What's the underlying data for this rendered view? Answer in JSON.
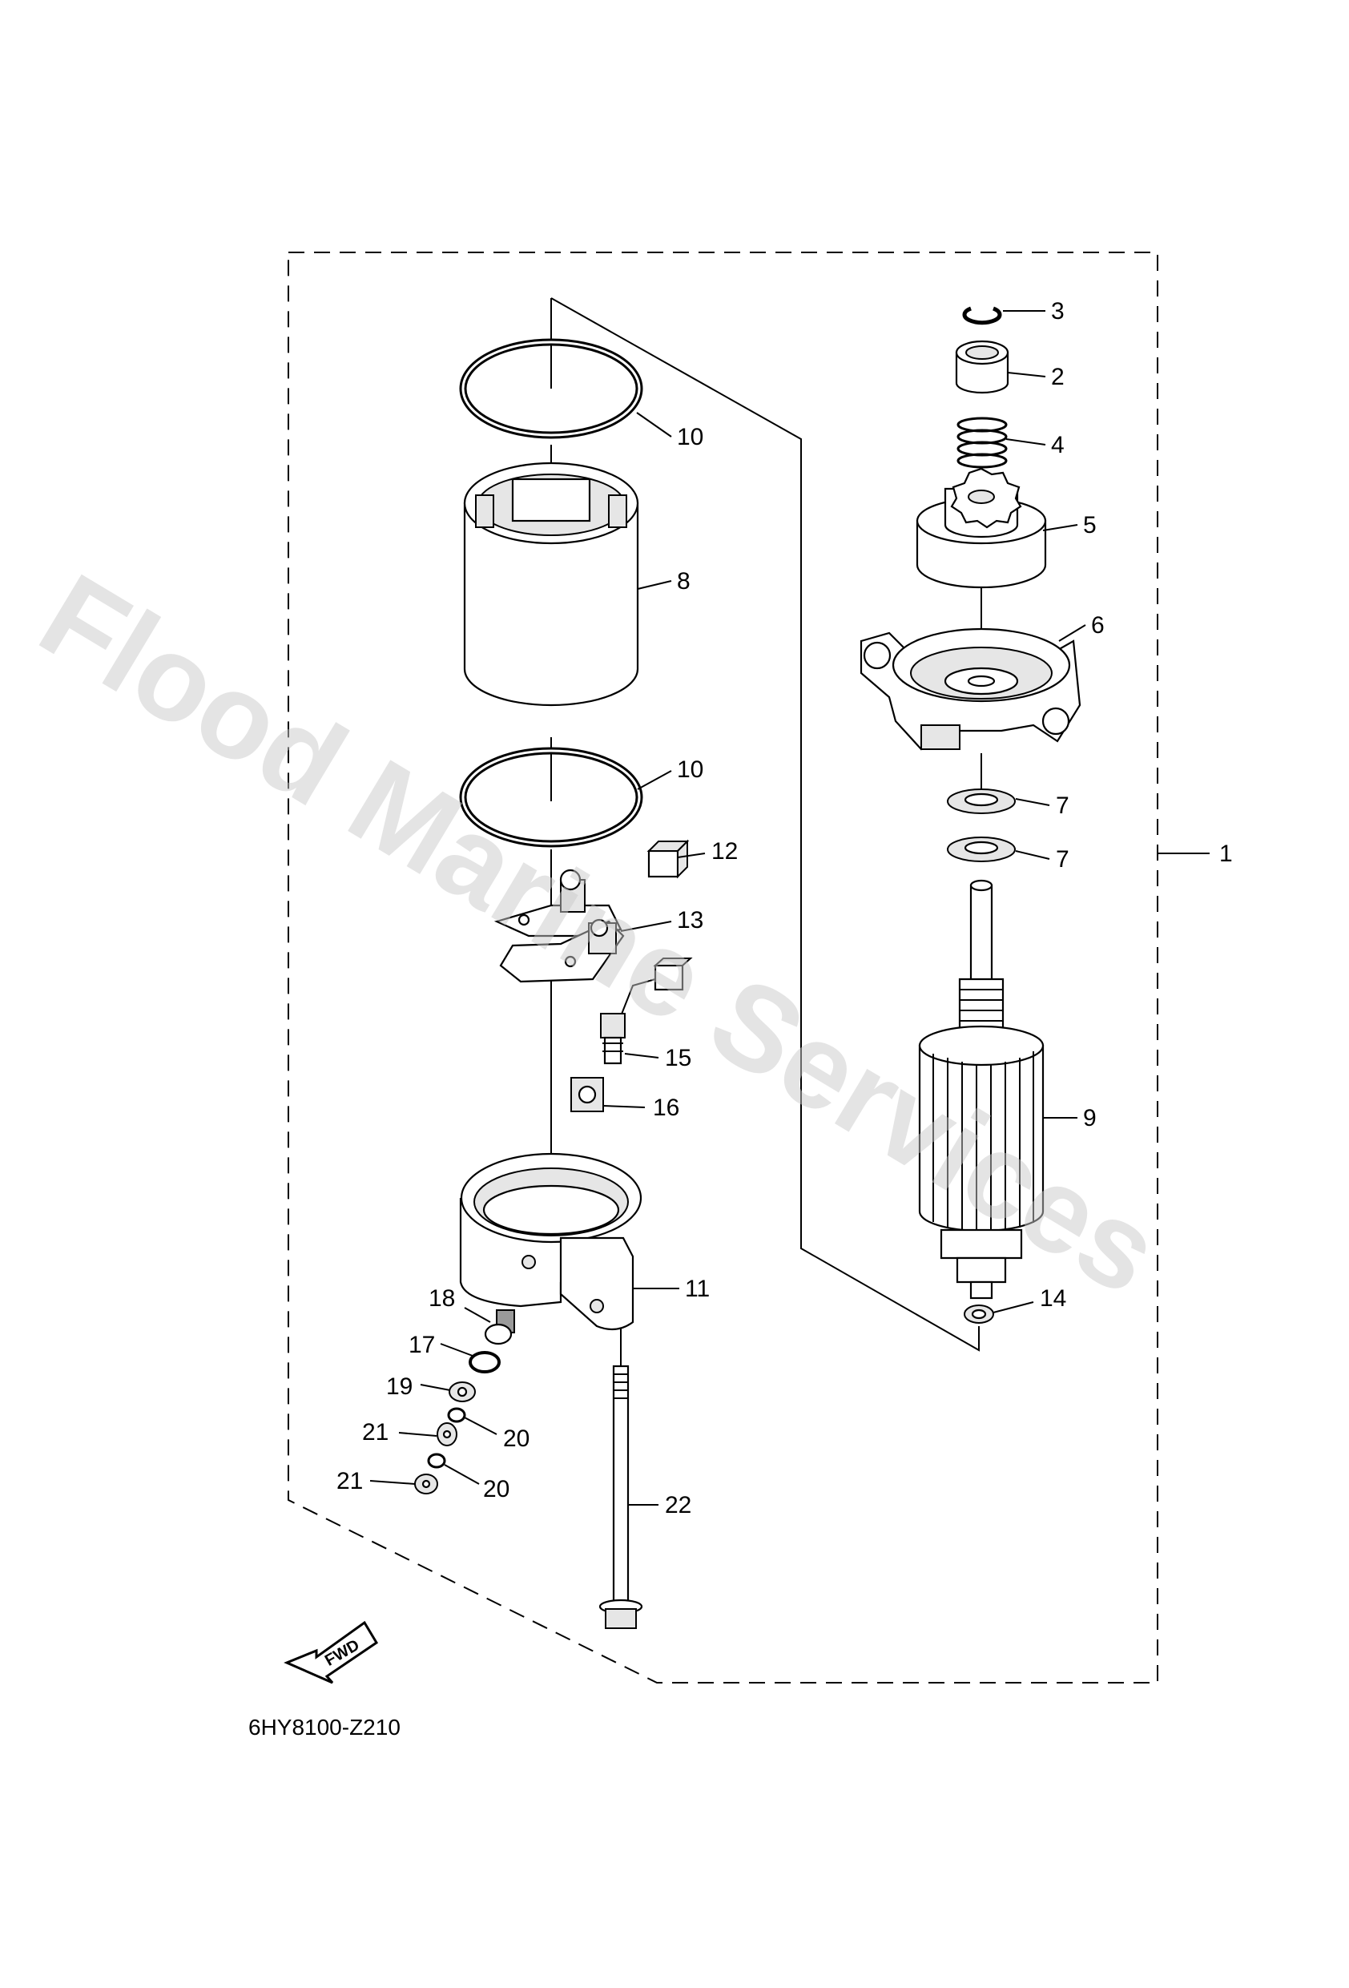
{
  "diagram_code": "6HY8100-Z210",
  "watermark": "Flood Marine Services",
  "fwd_label": "FWD",
  "callouts": {
    "c1": "1",
    "c2": "2",
    "c3": "3",
    "c4": "4",
    "c5": "5",
    "c6": "6",
    "c7a": "7",
    "c7b": "7",
    "c8": "8",
    "c9": "9",
    "c10a": "10",
    "c10b": "10",
    "c11": "11",
    "c12": "12",
    "c13": "13",
    "c14": "14",
    "c15": "15",
    "c16": "16",
    "c17": "17",
    "c18": "18",
    "c19": "19",
    "c20a": "20",
    "c20b": "20",
    "c21a": "21",
    "c21b": "21",
    "c22": "22"
  }
}
